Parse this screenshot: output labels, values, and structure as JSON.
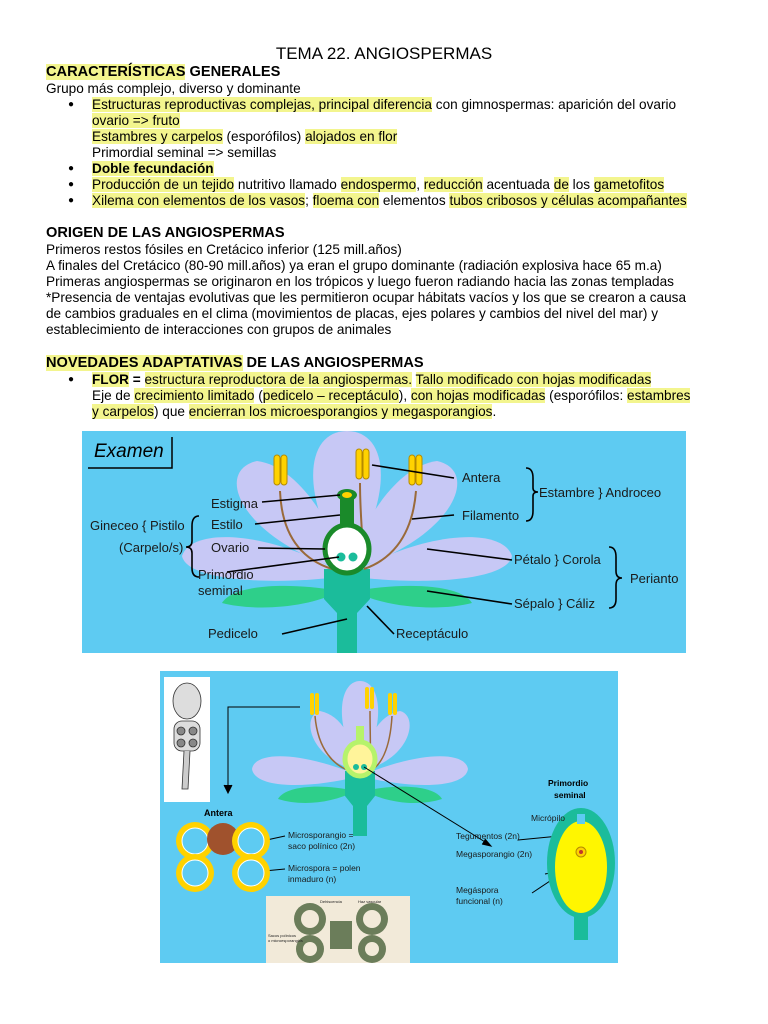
{
  "title": "TEMA 22. ANGIOSPERMAS",
  "s1": {
    "heading_hl": "CARACTERÍSTICAS",
    "heading_rest": " GENERALES",
    "intro": "Grupo más complejo, diverso y dominante",
    "b1_a": "Estructuras reproductivas complejas, principal diferencia",
    "b1_b": " con gimnospermas: aparición del ovario",
    "b1_line2": "ovario => fruto",
    "b1_line3_a": "Estambres y carpelos",
    "b1_line3_b": " (esporófilos) ",
    "b1_line3_c": "alojados en flor",
    "b1_line4": "Primordial seminal => semillas",
    "b2": "Doble fecundación",
    "b3_a": "Producción de un tejido",
    "b3_b": " nutritivo llamado ",
    "b3_c": "endospermo",
    "b3_d": ", ",
    "b3_e": "reducción",
    "b3_f": " acentuada ",
    "b3_g": "de",
    "b3_h": " los ",
    "b3_i": "gametofitos",
    "b4_a": "Xilema con elementos de los vasos",
    "b4_b": "; ",
    "b4_c": "floema con",
    "b4_d": " elementos ",
    "b4_e": "tubos cribosos y células acompañantes"
  },
  "s2": {
    "heading": "ORIGEN DE LAS ANGIOSPERMAS",
    "p1": "Primeros restos fósiles en Cretácico inferior (125 mill.años)",
    "p2": "A finales del Cretácico (80-90 mill.años) ya eran el grupo dominante (radiación explosiva hace 65 m.a)",
    "p3": "Primeras angiospermas se originaron en los trópicos y luego fueron radiando hacia las zonas templadas",
    "p4": "*Presencia de ventajas evolutivas que les permitieron ocupar hábitats vacíos y los que se crearon a causa",
    "p5": "de cambios graduales en el clima (movimientos de placas, ejes polares y cambios del nivel del mar) y",
    "p6": "establecimiento de interacciones con grupos de animales"
  },
  "s3": {
    "heading_hl": "NOVEDADES ADAPTATIVAS",
    "heading_rest": " DE LAS ANGIOSPERMAS",
    "b1_a": "FLOR",
    "b1_b": " = ",
    "b1_c": "estructura reproductora de la angiospermas.",
    "b1_d": " ",
    "b1_e": "Tallo modificado con hojas modificadas",
    "l2_a": "Eje de ",
    "l2_b": "crecimiento limitado",
    "l2_c": " (",
    "l2_d": "pedicelo – receptáculo",
    "l2_e": "), ",
    "l2_f": "con hojas modificadas",
    "l2_g": " (esporófilos: ",
    "l2_h": "estambres",
    "l3_a": "y carpelos",
    "l3_b": ") que ",
    "l3_c": "encierran los microesporangios y megasporangios",
    "l3_d": "."
  },
  "fig1": {
    "examen": "Examen",
    "antera": "Antera",
    "estambre": "Estambre } Androceo",
    "filamento": "Filamento",
    "estigma": "Estigma",
    "estilo": "Estilo",
    "ovario": "Ovario",
    "gineceo": "Gineceo { Pistilo",
    "carpelo": "(Carpelo/s)",
    "petalo": "Pétalo } Corola",
    "perianto": "Perianto",
    "primordio1": "Primordio",
    "primordio2": "seminal",
    "sepalo": "Sépalo } Cáliz",
    "pedicelo": "Pedicelo",
    "receptaculo": "Receptáculo",
    "colors": {
      "bg": "#5ecbf2",
      "petal": "#c7c8f5",
      "stem": "#1bbc9b",
      "anther": "#ffd200",
      "ovary_ring": "#1a8a2a"
    }
  },
  "fig2": {
    "antera": "Antera",
    "micro1": "Microsporangio =",
    "micro2": "saco polínico (2n)",
    "micros1": "Microspora = polen",
    "micros2": "inmaduro (n)",
    "prim1": "Primordio",
    "prim2": "seminal",
    "micropilo": "Micrópilo",
    "tegumentos": "Tegumentos (2n)",
    "megasp": "Megasporangio (2n)",
    "megaspora1": "Megáspora",
    "megaspora2": "funcional (n)",
    "photo1": "Dehiscencia",
    "photo2": "Haz vascular",
    "photo3": "Sacos polínicos",
    "photo4": "o microesporangios"
  }
}
